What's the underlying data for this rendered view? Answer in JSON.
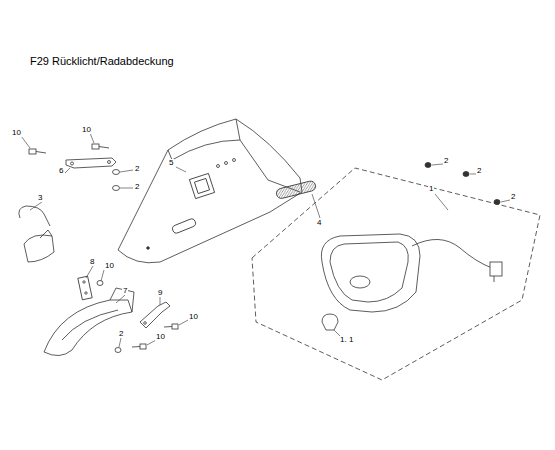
{
  "diagram": {
    "title": "F29 Rücklicht/Radabdeckung",
    "labels": [
      "10",
      "10",
      "2",
      "6",
      "5",
      "2",
      "1",
      "2",
      "2",
      "2",
      "3",
      "4",
      "8",
      "10",
      "7",
      "9",
      "10",
      "10",
      "2",
      "1. 1"
    ]
  }
}
